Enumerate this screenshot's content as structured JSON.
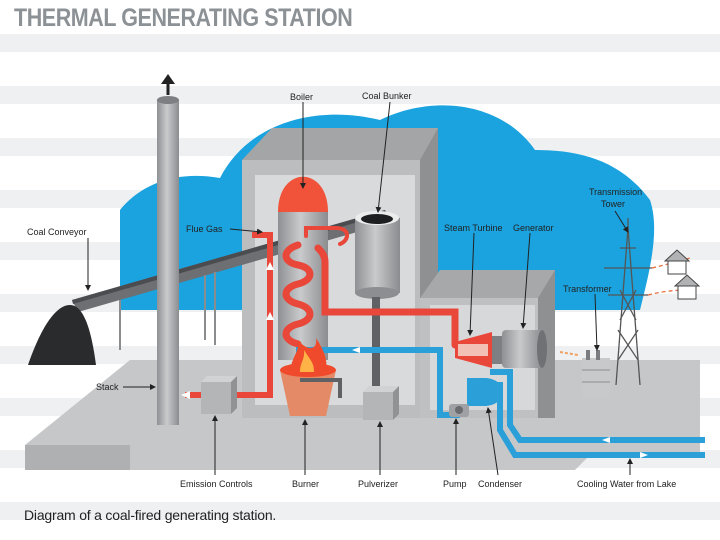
{
  "title": "THERMAL GENERATING STATION",
  "caption": "Diagram of a coal-fired generating station.",
  "labels": {
    "boiler": "Boiler",
    "coal_bunker": "Coal Bunker",
    "coal_conveyor": "Coal Conveyor",
    "flue_gas": "Flue Gas",
    "steam_turbine": "Steam Turbine",
    "generator": "Generator",
    "transmission_tower_1": "Transmission",
    "transmission_tower_2": "Tower",
    "transformer": "Transformer",
    "stack": "Stack",
    "emission_controls": "Emission Controls",
    "burner": "Burner",
    "pulverizer": "Pulverizer",
    "pump": "Pump",
    "condenser": "Condenser",
    "cooling_water": "Cooling Water from Lake"
  },
  "colors": {
    "sky": "#1aa3df",
    "building": "#bdbec0",
    "building_dark": "#9d9fa1",
    "hot_pipe": "#e8473a",
    "cold_pipe": "#2b9fd8",
    "fire": "#f04a2c",
    "title": "#8c9196"
  }
}
